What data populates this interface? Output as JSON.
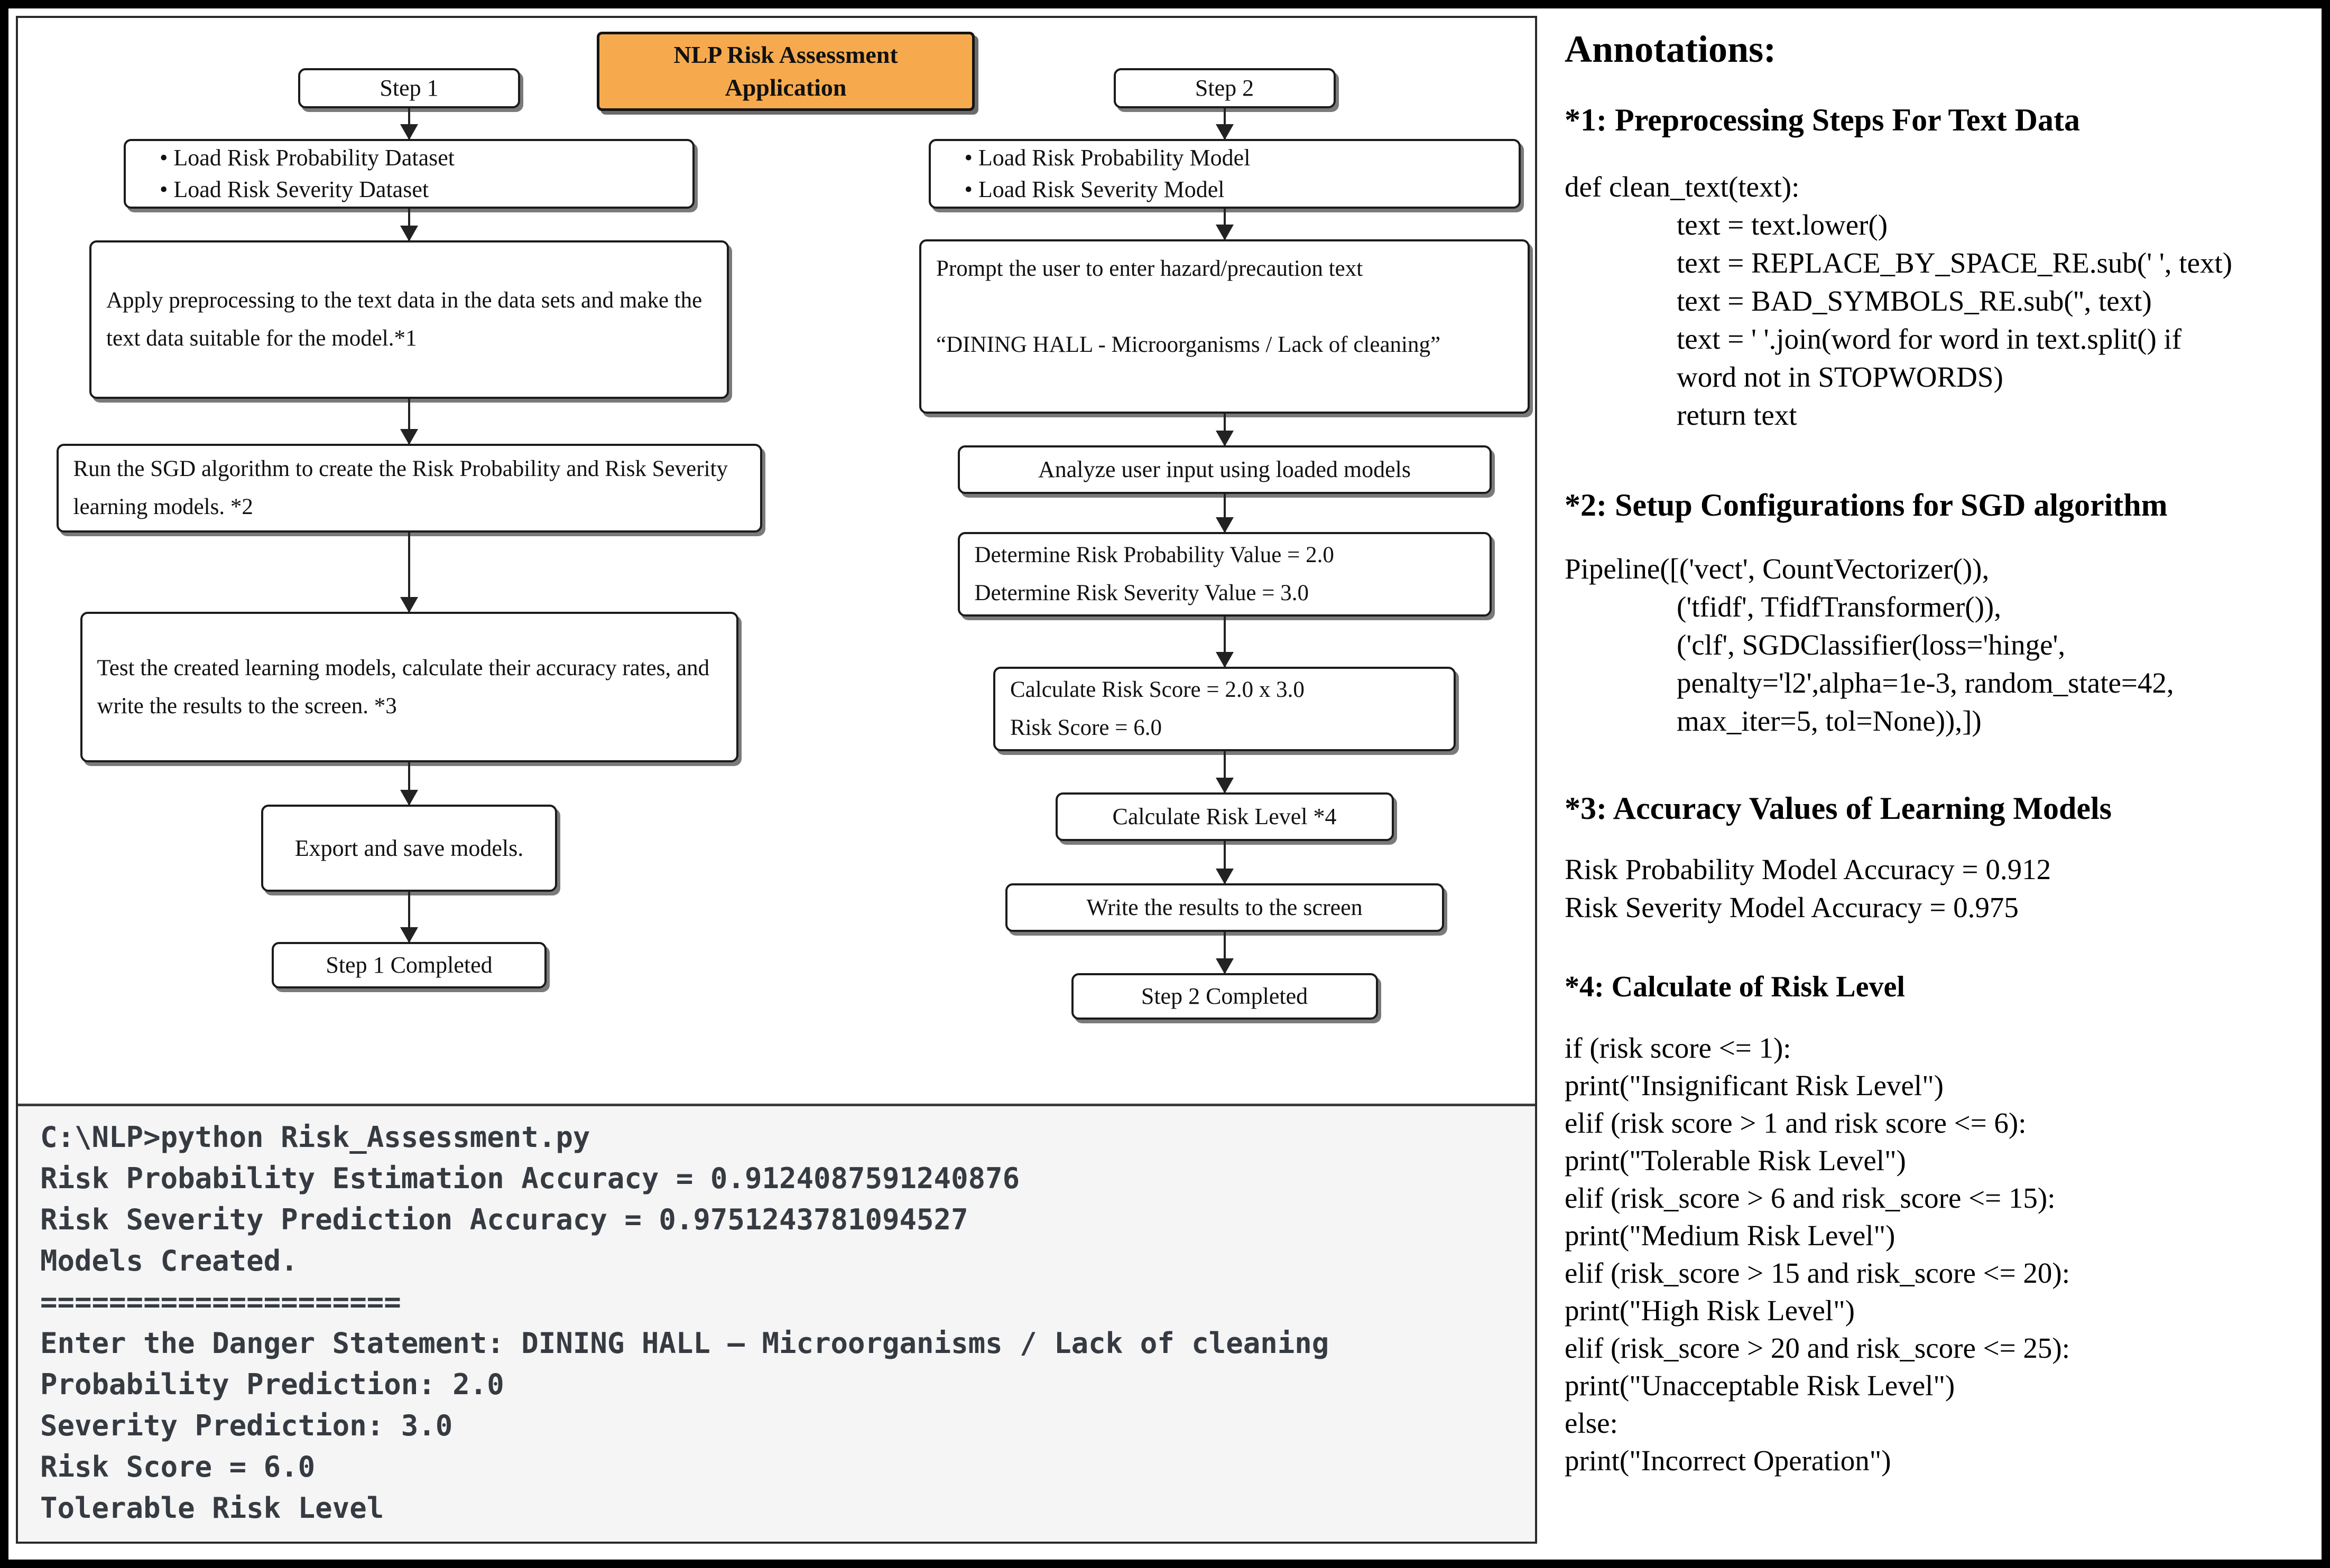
{
  "colors": {
    "title_bg": "#F7AA4D",
    "terminal_bg": "#F5F5F6",
    "terminal_text": "#363B42",
    "box_border": "#1B1B1B",
    "outer_border": "#000000"
  },
  "title_box": {
    "label": "NLP Risk Assessment Application"
  },
  "flow": {
    "col1": [
      {
        "lines": [
          "Step 1"
        ]
      },
      {
        "lines": [
          "• Load Risk Probability Dataset",
          "• Load Risk Severity Dataset"
        ]
      },
      {
        "lines": [
          "Apply preprocessing to the text data in the data sets and make the text data suitable for the model.*1"
        ]
      },
      {
        "lines": [
          "Run the SGD algorithm to create the Risk Probability and Risk Severity learning models. *2"
        ]
      },
      {
        "lines": [
          "Test the created learning models, calculate their accuracy rates, and write the results to the screen. *3"
        ]
      },
      {
        "lines": [
          "Export and save models."
        ]
      },
      {
        "lines": [
          "Step 1 Completed"
        ]
      }
    ],
    "col2": [
      {
        "lines": [
          "Step 2"
        ]
      },
      {
        "lines": [
          "• Load Risk Probability Model",
          "• Load Risk Severity Model"
        ]
      },
      {
        "lines": [
          "Prompt the user to enter hazard/precaution text",
          "",
          "“DINING HALL - Microorganisms / Lack of cleaning”"
        ]
      },
      {
        "lines": [
          "Analyze user input using loaded models"
        ]
      },
      {
        "lines": [
          "Determine Risk Probability Value = 2.0",
          "Determine Risk Severity Value = 3.0"
        ]
      },
      {
        "lines": [
          "Calculate Risk Score = 2.0 x 3.0",
          "Risk Score = 6.0"
        ]
      },
      {
        "lines": [
          "Calculate Risk Level *4"
        ]
      },
      {
        "lines": [
          "Write the results to the screen"
        ]
      },
      {
        "lines": [
          "Step 2 Completed"
        ]
      }
    ]
  },
  "terminal": {
    "lines": [
      "C:\\NLP>python Risk_Assessment.py",
      "Risk Probability Estimation Accuracy = 0.9124087591240876",
      "Risk Severity Prediction Accuracy = 0.9751243781094527",
      "Models Created.",
      "=====================",
      "Enter the Danger Statement: DINING HALL – Microorganisms / Lack of cleaning",
      "Probability Prediction: 2.0",
      "Severity Prediction: 3.0",
      "Risk Score = 6.0",
      "Tolerable Risk Level"
    ]
  },
  "annotations": {
    "heading": "Annotations:",
    "s1": {
      "heading": "*1: Preprocessing Steps For Text Data",
      "code": [
        "def clean_text(text):",
        "text = text.lower()",
        "text = REPLACE_BY_SPACE_RE.sub(' ', text)",
        "text = BAD_SYMBOLS_RE.sub('', text)",
        "text = ' '.join(word for word in text.split() if",
        "word not in STOPWORDS)",
        "return text"
      ]
    },
    "s2": {
      "heading": "*2: Setup Configurations for SGD algorithm",
      "code": [
        "Pipeline([('vect', CountVectorizer()),",
        "('tfidf', TfidfTransformer()),",
        "('clf', SGDClassifier(loss='hinge',",
        "penalty='l2',alpha=1e-3, random_state=42,",
        "max_iter=5, tol=None)),])"
      ]
    },
    "s3": {
      "heading": "*3: Accuracy Values of Learning Models",
      "lines": [
        "Risk Probability Model Accuracy = 0.912",
        "Risk Severity Model Accuracy = 0.975"
      ]
    },
    "s4": {
      "heading": "*4: Calculate of Risk Level",
      "code": [
        "if (risk score <= 1):",
        "print(\"Insignificant Risk Level\")",
        "elif (risk score > 1 and risk score <= 6):",
        "print(\"Tolerable Risk Level\")",
        "elif (risk_score > 6 and risk_score <= 15):",
        "print(\"Medium Risk Level\")",
        "elif (risk_score > 15 and risk_score <= 20):",
        "print(\"High Risk Level\")",
        "elif (risk_score > 20 and risk_score <= 25):",
        "print(\"Unacceptable Risk Level\")",
        "else:",
        "print(\"Incorrect Operation\")"
      ]
    }
  }
}
